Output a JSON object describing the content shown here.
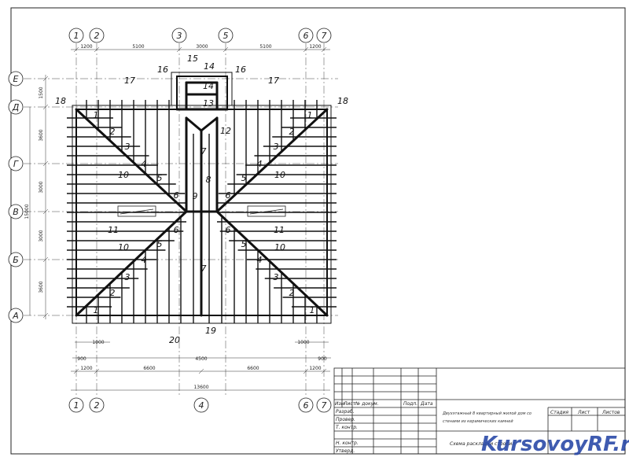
{
  "axes_top": [
    "1",
    "2",
    "3",
    "5",
    "6",
    "7"
  ],
  "axes_bottom": [
    "1",
    "2",
    "4",
    "6",
    "7"
  ],
  "axes_left": [
    "Е",
    "Д",
    "Г",
    "В",
    "Б",
    "А"
  ],
  "dims_top": [
    "1200",
    "5100",
    "3000",
    "5100",
    "1200"
  ],
  "dims_left": [
    "1500",
    "3600",
    "3000",
    "15000",
    "3000",
    "3600"
  ],
  "dims_bottom_small": [
    "1000",
    "900",
    "4500",
    "1000",
    "900"
  ],
  "dims_bottom": [
    "1200",
    "6600",
    "6600",
    "1200"
  ],
  "dim_total": "13600",
  "marks": [
    "1",
    "2",
    "3",
    "4",
    "5",
    "6",
    "7",
    "8",
    "9",
    "10",
    "11",
    "12",
    "13",
    "14",
    "15",
    "16",
    "17",
    "18",
    "19",
    "20"
  ],
  "title_block": {
    "col_headers": [
      "Изм",
      "Лист",
      "№ докум.",
      "Подп.",
      "Дата"
    ],
    "rows": [
      "Разраб.",
      "Провер.",
      "Т. контр.",
      "Н. контр.",
      "Утверд."
    ],
    "project_line1": "Двухэтажный 8 квартирный жилой дом со",
    "project_line2": "стенами из керамических камней",
    "sheet_title": "Схема раскладки стропил",
    "stage_label": "Стадия",
    "sheet_label": "Лист",
    "sheets_label": "Листов"
  },
  "watermark": {
    "text": "KursovoyRF.ru",
    "color": "#2b4aa8"
  }
}
